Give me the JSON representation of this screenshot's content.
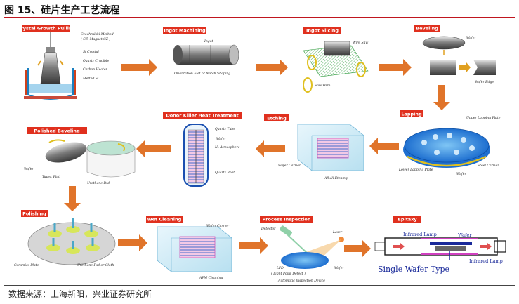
{
  "figure": {
    "title": "图 15、硅片生产工艺流程",
    "source": "数据来源：上海新阳，兴业证券研究所"
  },
  "stages": {
    "crystal_growth": {
      "name": "Crystal Growth Pulling",
      "labels": [
        "Czochralski Method",
        "( CZ, Magnet CZ )",
        "Si Crystal",
        "Quartz Crucible",
        "Carbon Heater",
        "Melted Si"
      ]
    },
    "ingot_machining": {
      "name": "Ingot Machining",
      "labels": [
        "Ingot",
        "Orientation Flat or Notch Shaping"
      ]
    },
    "ingot_slicing": {
      "name": "Ingot Slicing",
      "labels": [
        "Wire Saw",
        "Saw Wire"
      ]
    },
    "beveling": {
      "name": "Beveling",
      "labels": [
        "Wafer",
        "Wafer Edge"
      ]
    },
    "lapping": {
      "name": "Lapping",
      "labels": [
        "Upper Lapping Plate",
        "Lower Lapping Plate",
        "Steel Carrier",
        "Wafer"
      ]
    },
    "etching": {
      "name": "Etching",
      "labels": [
        "Wafer Carrier",
        "Alkali Etching"
      ]
    },
    "donor_killer": {
      "name": "Donor Killer Heat Treatment",
      "labels": [
        "Quartz Tube",
        "Wafer",
        "N₂ Atmosphere",
        "Quartz Boat"
      ]
    },
    "polished_beveling": {
      "name": "Polished Beveling",
      "labels": [
        "Wafer",
        "Taper, Flat",
        "Urethane Pad"
      ]
    },
    "polishing": {
      "name": "Polishing",
      "labels": [
        "Ceramics Plate",
        "Urethane Pad or Cloth"
      ]
    },
    "wet_cleaning": {
      "name": "Wet Cleaning",
      "labels": [
        "Wafer Carrier",
        "APM Cleaning"
      ]
    },
    "process_inspection": {
      "name": "Process Inspection",
      "labels": [
        "Detector",
        "Laser",
        "LPD",
        "( Light Point Defect )",
        "Wafer",
        "Automatic Inspection Device"
      ]
    },
    "epitaxy": {
      "name": "Epitaxy",
      "labels": [
        "Infrared Lamp",
        "Wafer",
        "Infrared Lamp",
        "Single Wafer Type"
      ]
    }
  },
  "colors": {
    "stage_label_bg": "#e0301e",
    "arrow": "#e0742a",
    "title_rule": "#c0161f",
    "hatch": "#2a9a3a"
  }
}
